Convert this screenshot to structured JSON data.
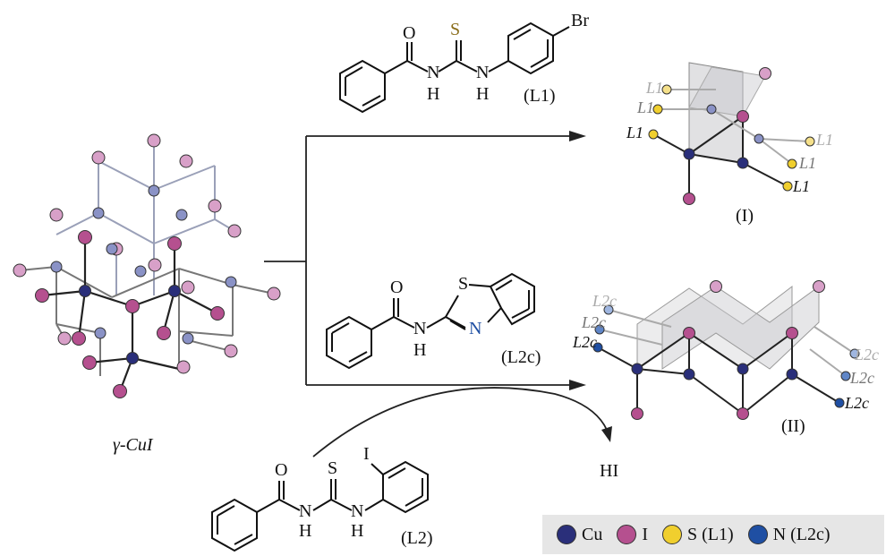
{
  "labels": {
    "cui": "γ-CuI",
    "ligand_L1": "(L1)",
    "ligand_L2c": "(L2c)",
    "ligand_L2": "(L2)",
    "product_I": "(I)",
    "product_II": "(II)",
    "hi": "HI"
  },
  "structure_labels": {
    "s_atom": "S",
    "o_atom": "O",
    "br_atom": "Br",
    "i_atom": "I",
    "n_atom": "N",
    "nh": "N",
    "h": "H",
    "L1_tag": "L1",
    "L2c_tag": "L2c"
  },
  "legend": [
    {
      "label": "Cu",
      "color": "#2a2f7a"
    },
    {
      "label": "I",
      "color": "#b5508f"
    },
    {
      "label": "S (L1)",
      "color": "#f0cf2e"
    },
    {
      "label": "N (L2c)",
      "color": "#1f4fa3"
    }
  ],
  "colors": {
    "cu": "#2a2f7a",
    "iodine": "#b5508f",
    "iodine_light": "#d8a0c8",
    "sulfur": "#f0cf2e",
    "nitrogen": "#1f4fa3",
    "bond": "#222222",
    "plane": "#c8c8cc"
  }
}
